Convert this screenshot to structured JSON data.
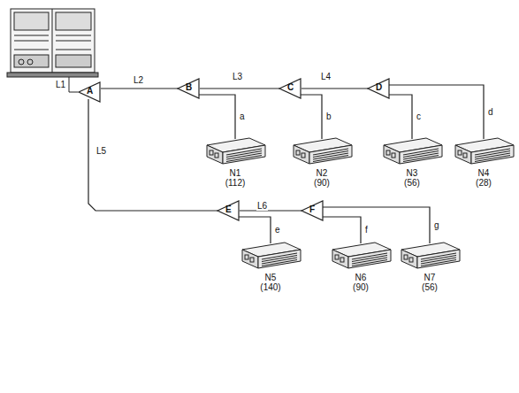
{
  "diagram": {
    "nodes": [
      {
        "text": [
          "A"
        ]
      },
      {
        "text": [
          "B"
        ]
      },
      {
        "text": [
          "C"
        ]
      },
      {
        "text": [
          "D"
        ]
      },
      {
        "text": [
          "N1",
          "(112)"
        ]
      },
      {
        "text": [
          "N2",
          "(90)"
        ]
      },
      {
        "text": [
          "N3",
          "(56)"
        ]
      },
      {
        "text": [
          "N4",
          "(28)"
        ]
      },
      {
        "text": [
          "E"
        ]
      },
      {
        "text": [
          "F"
        ]
      },
      {
        "text": [
          "N5",
          "(140)"
        ]
      },
      {
        "text": [
          "N6",
          "(90)"
        ]
      },
      {
        "text": [
          "N7",
          "(56)"
        ]
      }
    ],
    "edges": [
      {
        "from": 0,
        "to": 1,
        "arrow": "none",
        "label": "L2"
      },
      {
        "from": 1,
        "to": 2,
        "arrow": "none",
        "label": "L3"
      },
      {
        "from": 2,
        "to": 3,
        "arrow": "none",
        "label": "L4"
      },
      {
        "from": 1,
        "to": 4,
        "arrow": "none",
        "label": "a"
      },
      {
        "from": 2,
        "to": 5,
        "arrow": "none",
        "label": "b"
      },
      {
        "from": 3,
        "to": 6,
        "arrow": "none",
        "label": "c"
      },
      {
        "from": 3,
        "to": 7,
        "arrow": "none",
        "label": "d"
      },
      {
        "from": 0,
        "to": 8,
        "arrow": "none",
        "label": "L5"
      },
      {
        "from": 8,
        "to": 9,
        "arrow": "none",
        "label": "L6"
      },
      {
        "from": 8,
        "to": 10,
        "arrow": "none",
        "label": "e"
      },
      {
        "from": 9,
        "to": 11,
        "arrow": "none",
        "label": "f"
      },
      {
        "from": 9,
        "to": 12,
        "arrow": "none",
        "label": "g"
      }
    ],
    "labels": [
      "L1"
    ]
  }
}
